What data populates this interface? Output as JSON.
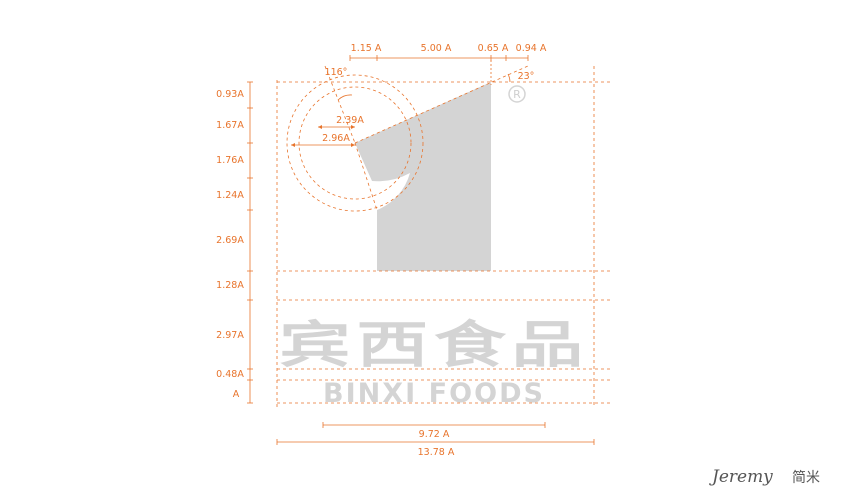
{
  "colors": {
    "guide": "#e8742c",
    "logo_fill": "#d4d4d4",
    "background": "#ffffff"
  },
  "top_dims": [
    "1.15 A",
    "5.00 A",
    "0.65 A",
    "0.94 A"
  ],
  "left_dims": [
    "0.93A",
    "1.67A",
    "1.76A",
    "1.24A",
    "2.69A",
    "1.28A",
    "2.97A",
    "0.48A",
    "A"
  ],
  "bottom_dims": {
    "inner": "9.72 A",
    "outer": "13.78 A"
  },
  "angles": {
    "a1": "116°",
    "a2": "23°"
  },
  "radii": {
    "r1": "2.39A",
    "r2": "2.96A"
  },
  "logo": {
    "chinese": "宾西食品",
    "english": "BINXI FOODS",
    "registered": "R"
  },
  "watermark": {
    "latin": "Jeremy",
    "cjk": "简米"
  }
}
